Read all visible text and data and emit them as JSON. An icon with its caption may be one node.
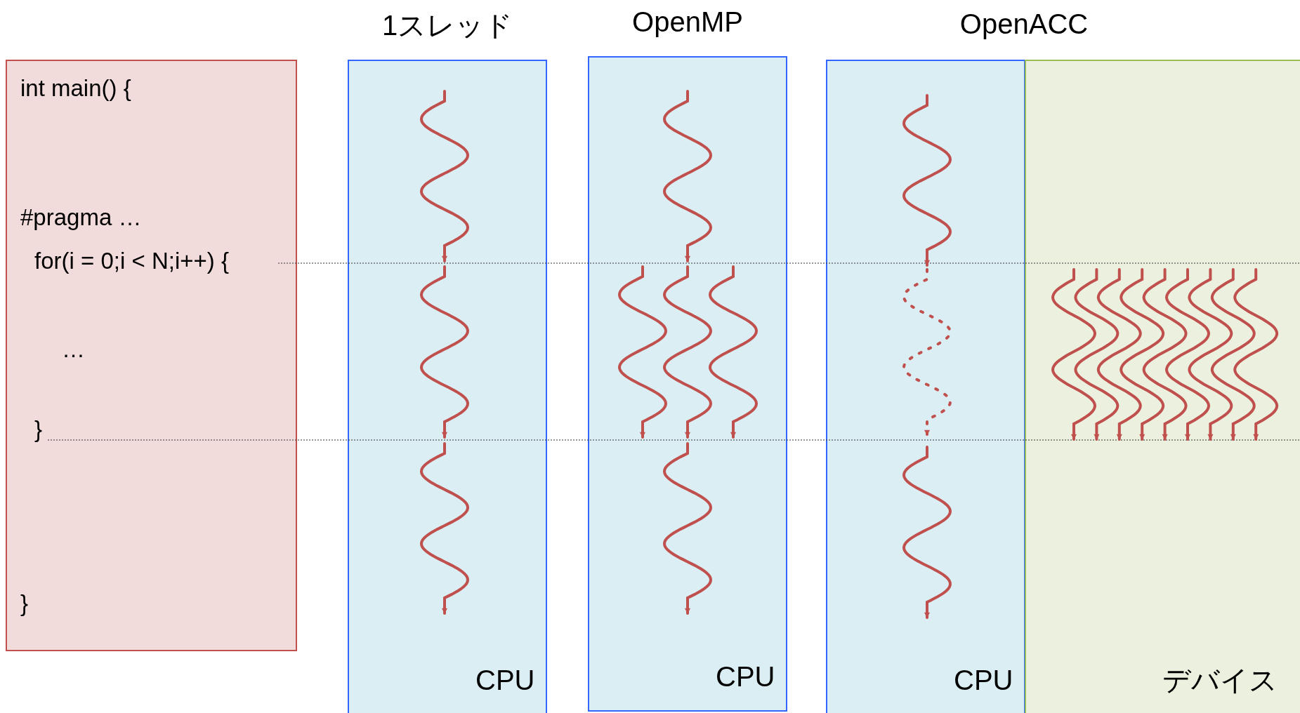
{
  "diagram": {
    "nodes": [
      {
        "text": [
          "int main() {",
          "#pragma …",
          "for(i = 0;i < N;i++) {",
          "…",
          "}",
          "}"
        ]
      },
      {
        "text": [
          "1スレッド",
          "CPU"
        ]
      },
      {
        "text": [
          "OpenMP",
          "CPU"
        ]
      },
      {
        "text": [
          "CPU"
        ]
      },
      {
        "text": [
          "デバイス"
        ]
      }
    ],
    "edges": [],
    "labels": [
      "OpenACC"
    ]
  }
}
